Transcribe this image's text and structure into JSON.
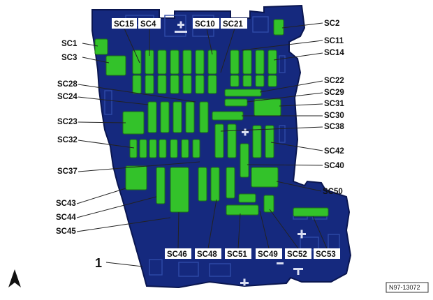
{
  "diagram": {
    "reference_number": "N97-13072",
    "item_number": "1",
    "colors": {
      "housing": "#15297e",
      "housing_outline": "#0a1650",
      "relay": "#33c22a",
      "relay_outline": "#1d6e17",
      "leader": "#222222",
      "label_box": "#ffffff"
    },
    "labels": {
      "sc1": "SC1",
      "sc2": "SC2",
      "sc3": "SC3",
      "sc4": "SC4",
      "sc10": "SC10",
      "sc11": "SC11",
      "sc14": "SC14",
      "sc15": "SC15",
      "sc21": "SC21",
      "sc22": "SC22",
      "sc23": "SC23",
      "sc24": "SC24",
      "sc28": "SC28",
      "sc29": "SC29",
      "sc30": "SC30",
      "sc31": "SC31",
      "sc32": "SC32",
      "sc37": "SC37",
      "sc38": "SC38",
      "sc40": "SC40",
      "sc42": "SC42",
      "sc43": "SC43",
      "sc44": "SC44",
      "sc45": "SC45",
      "sc46": "SC46",
      "sc48": "SC48",
      "sc49": "SC49",
      "sc50": "SC50",
      "sc51": "SC51",
      "sc52": "SC52",
      "sc53": "SC53"
    },
    "icons": {
      "orientation": "north-arrow-icon"
    }
  }
}
